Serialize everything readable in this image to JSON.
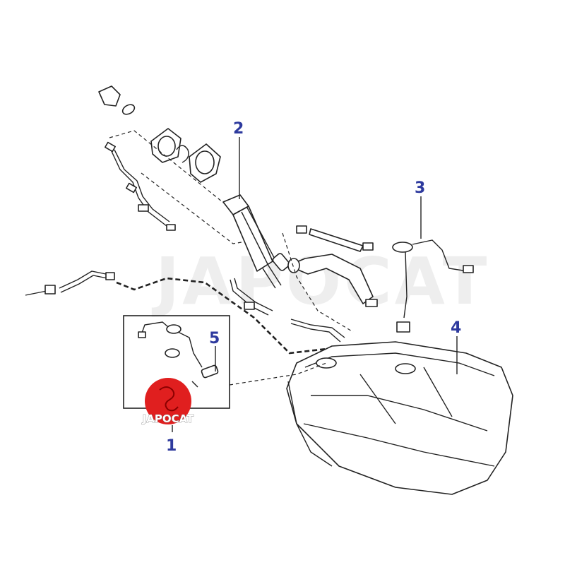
{
  "diagram": {
    "callouts": {
      "c1": "1",
      "c2": "2",
      "c3": "3",
      "c4": "4",
      "c5": "5"
    },
    "watermark": "JAPOCAT",
    "logo": {
      "text": "JAPOCAT",
      "color": "#e01f1f"
    },
    "colors": {
      "callout": "#2e3a9e",
      "line": "#222222"
    }
  }
}
